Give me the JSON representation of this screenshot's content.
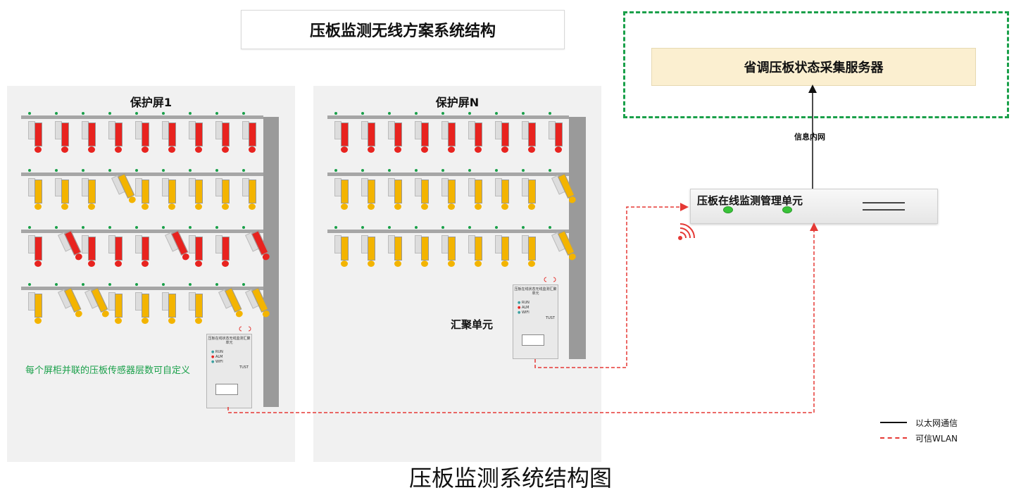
{
  "title": "压板监测无线方案系统结构",
  "server": {
    "label": "省调压板状态采集服务器"
  },
  "panel1": {
    "title": "保护屏1"
  },
  "panelN": {
    "title": "保护屏N"
  },
  "manager": {
    "label": "压板在线监测管理单元"
  },
  "network_label": "信息内网",
  "aggregator_label": "汇聚单元",
  "note": "每个屏柜并联的压板传感器层数可自定义",
  "legend": [
    {
      "label": "以太网通信",
      "style": "solid",
      "color": "#111111"
    },
    {
      "label": "可信WLAN",
      "style": "dashed",
      "color": "#e53935"
    }
  ],
  "caption": "压板监测系统结构图",
  "unit_text": {
    "header": "压板在线状态无线监测汇聚单元",
    "run": "RUN",
    "alm": "ALM",
    "wifi": "WIFI",
    "brand": "TUST"
  },
  "colors": {
    "red": "#e8231f",
    "yellow": "#f3b400",
    "green": "#1aa04a",
    "accent_dash": "#e53935"
  },
  "panel1_rows": [
    {
      "color": "red",
      "tilted": []
    },
    {
      "color": "yellow",
      "tilted": [
        3
      ]
    },
    {
      "color": "red",
      "tilted": [
        1,
        5,
        8
      ]
    },
    {
      "color": "yellow",
      "tilted": [
        1,
        2,
        7,
        8
      ]
    }
  ],
  "panelN_rows": [
    {
      "color": "red",
      "tilted": []
    },
    {
      "color": "yellow",
      "tilted": [
        8
      ]
    },
    {
      "color": "yellow",
      "tilted": [
        8
      ]
    }
  ]
}
